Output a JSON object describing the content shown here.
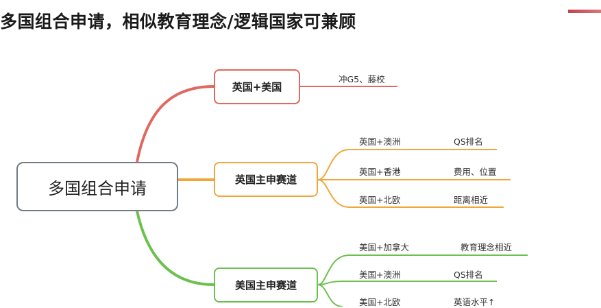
{
  "title": "多国组合申请，相似教育理念/逻辑国家可兼顾",
  "colors": {
    "red": "#e0685e",
    "orange": "#f0a73a",
    "green": "#6cc04e",
    "root_border": "#737a84",
    "accent": "#c2444e"
  },
  "root": {
    "label": "多国组合申请"
  },
  "branches": [
    {
      "label": "英国+美国",
      "children": [
        {
          "label": "冲G5、藤校",
          "note": ""
        }
      ]
    },
    {
      "label": "英国主申赛道",
      "children": [
        {
          "label": "英国+澳洲",
          "note": "QS排名"
        },
        {
          "label": "英国+香港",
          "note": "费用、位置"
        },
        {
          "label": "英国+北欧",
          "note": "距离相近"
        }
      ]
    },
    {
      "label": "美国主申赛道",
      "children": [
        {
          "label": "美国+加拿大",
          "note": "教育理念相近"
        },
        {
          "label": "美国+澳洲",
          "note": "QS排名"
        },
        {
          "label": "美国+北欧",
          "note": "英语水平↑"
        }
      ]
    }
  ]
}
